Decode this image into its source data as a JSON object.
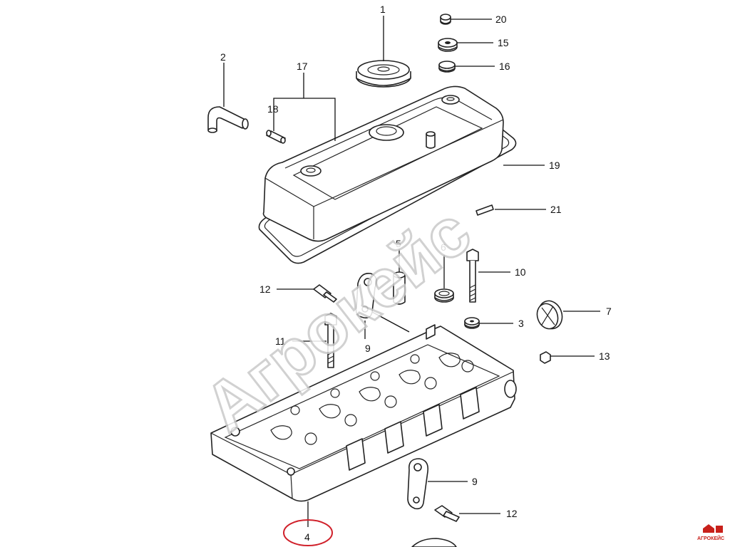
{
  "diagram": {
    "watermark": "Агрокейс",
    "logo_text": "АГРОКЕЙС",
    "highlight_color": "#d0202a",
    "callouts": [
      {
        "id": "c20",
        "label": "20"
      },
      {
        "id": "c1",
        "label": "1"
      },
      {
        "id": "c15",
        "label": "15"
      },
      {
        "id": "c16",
        "label": "16"
      },
      {
        "id": "c2",
        "label": "2"
      },
      {
        "id": "c17",
        "label": "17"
      },
      {
        "id": "c18",
        "label": "18"
      },
      {
        "id": "c19",
        "label": "19"
      },
      {
        "id": "c21",
        "label": "21"
      },
      {
        "id": "c5",
        "label": "5"
      },
      {
        "id": "c6",
        "label": "6"
      },
      {
        "id": "c10",
        "label": "10"
      },
      {
        "id": "c12a",
        "label": "12"
      },
      {
        "id": "c9a",
        "label": "9"
      },
      {
        "id": "c7",
        "label": "7"
      },
      {
        "id": "c3",
        "label": "3"
      },
      {
        "id": "c11",
        "label": "11"
      },
      {
        "id": "c13",
        "label": "13"
      },
      {
        "id": "c9b",
        "label": "9"
      },
      {
        "id": "c12b",
        "label": "12"
      },
      {
        "id": "c4",
        "label": "4"
      }
    ]
  }
}
